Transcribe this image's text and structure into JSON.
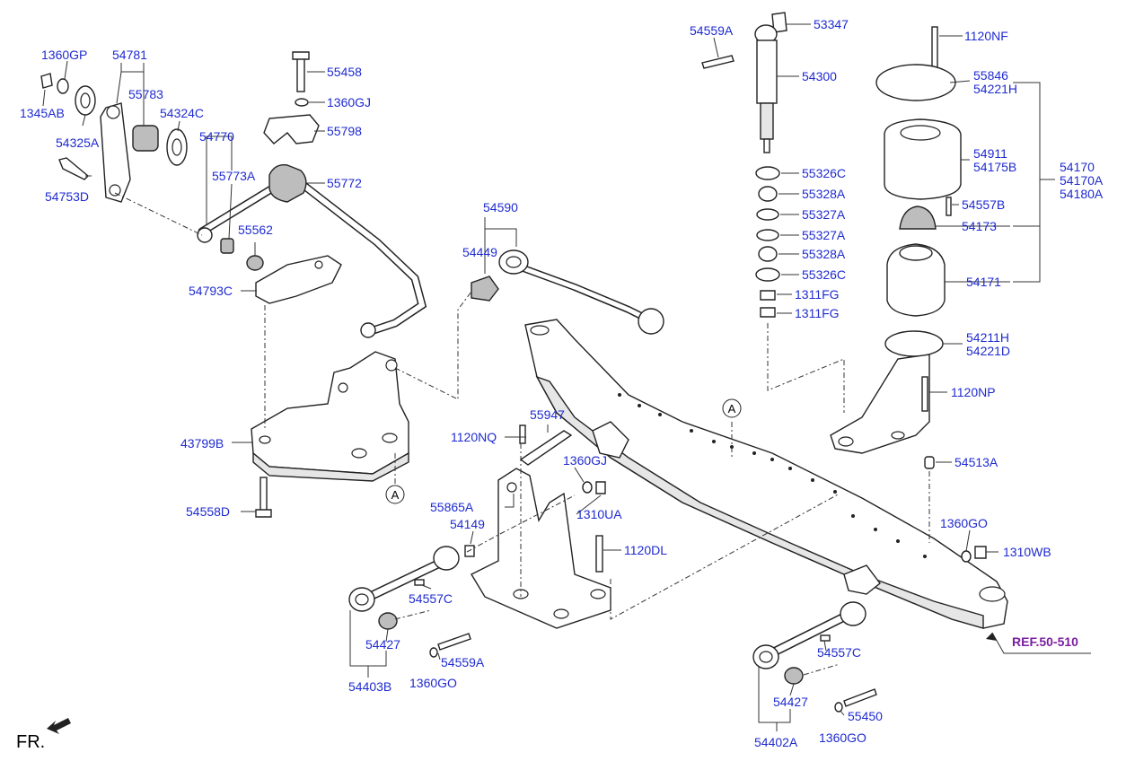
{
  "labels": {
    "p1360GP_a": "1360GP",
    "p1345AB": "1345AB",
    "p54325A": "54325A",
    "p54781": "54781",
    "p55783": "55783",
    "p54324C": "54324C",
    "p54753D": "54753D",
    "p54770": "54770",
    "p55773A": "55773A",
    "p55562": "55562",
    "p54793C": "54793C",
    "p55458": "55458",
    "p1360GJ_a": "1360GJ",
    "p55798": "55798",
    "p55772": "55772",
    "p43799B": "43799B",
    "p54558D": "54558D",
    "p54590": "54590",
    "p54449": "54449",
    "p54559A_a": "54559A",
    "p53347": "53347",
    "p54300": "54300",
    "p55326C_a": "55326C",
    "p55328A_a": "55328A",
    "p55327A_a": "55327A",
    "p55327A_b": "55327A",
    "p55328A_b": "55328A",
    "p55326C_b": "55326C",
    "p1311FG_a": "1311FG",
    "p1311FG_b": "1311FG",
    "p1120NF": "1120NF",
    "p55846": "55846",
    "p54221H": "54221H",
    "p54911": "54911",
    "p54175B": "54175B",
    "p54170": "54170",
    "p54170A": "54170A",
    "p54180A": "54180A",
    "p54557B": "54557B",
    "p54173": "54173",
    "p54171": "54171",
    "p54211H": "54211H",
    "p54221D": "54221D",
    "p1120NP": "1120NP",
    "p54513A": "54513A",
    "p1120NQ": "1120NQ",
    "p55947": "55947",
    "p1360GJ_b": "1360GJ",
    "p55865A": "55865A",
    "p1310UA": "1310UA",
    "p54149": "54149",
    "p1120DL": "1120DL",
    "p54557C_a": "54557C",
    "p54427_a": "54427",
    "p54403B": "54403B",
    "p54559A_b": "54559A",
    "p1360GO_a": "1360GO",
    "p1360GO_b": "1360GO",
    "p1310WB": "1310WB",
    "pREF": "REF.50-510",
    "p54557C_b": "54557C",
    "p54427_b": "54427",
    "p54402A": "54402A",
    "p55450": "55450",
    "p1360GO_c": "1360GO"
  },
  "callouts": {
    "a1": "A",
    "a2": "A"
  },
  "footer": {
    "fr": "FR."
  },
  "colors": {
    "label": "#1f2bd0",
    "reference": "#7b1fa2"
  }
}
